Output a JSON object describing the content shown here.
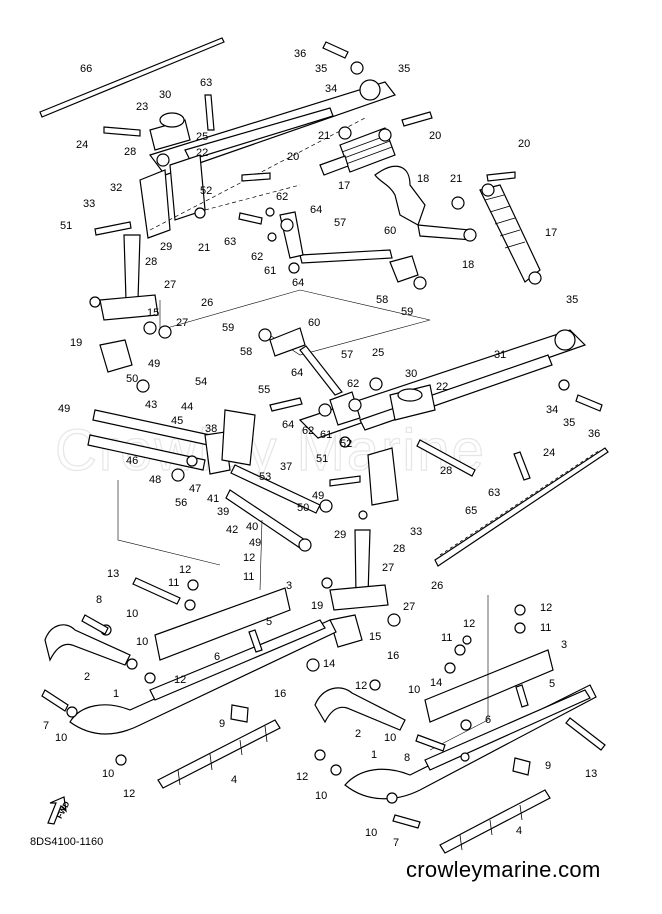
{
  "diagram": {
    "catalog_code": "8DS4100-1160",
    "website": "crowleymarine.com",
    "watermark": "Crowley Marine",
    "fwd_label": "FWD",
    "callouts": [
      {
        "id": "c66a",
        "text": "66"
      },
      {
        "id": "c36a",
        "text": "36"
      },
      {
        "id": "c35a",
        "text": "35"
      },
      {
        "id": "c35b",
        "text": "35"
      },
      {
        "id": "c34a",
        "text": "34"
      },
      {
        "id": "c63a",
        "text": "63"
      },
      {
        "id": "c30a",
        "text": "30"
      },
      {
        "id": "c23a",
        "text": "23"
      },
      {
        "id": "c25a",
        "text": "25"
      },
      {
        "id": "c24a",
        "text": "24"
      },
      {
        "id": "c22a",
        "text": "22"
      },
      {
        "id": "c21a",
        "text": "21"
      },
      {
        "id": "c20a",
        "text": "20"
      },
      {
        "id": "c28a",
        "text": "28"
      },
      {
        "id": "c20b",
        "text": "20"
      },
      {
        "id": "c20c",
        "text": "20"
      },
      {
        "id": "c17a",
        "text": "17"
      },
      {
        "id": "c18a",
        "text": "18"
      },
      {
        "id": "c21b",
        "text": "21"
      },
      {
        "id": "c32a",
        "text": "32"
      },
      {
        "id": "c52a",
        "text": "52"
      },
      {
        "id": "c62a",
        "text": "62"
      },
      {
        "id": "c33a",
        "text": "33"
      },
      {
        "id": "c64a",
        "text": "64"
      },
      {
        "id": "c51a",
        "text": "51"
      },
      {
        "id": "c63b",
        "text": "63"
      },
      {
        "id": "c57a",
        "text": "57"
      },
      {
        "id": "c60a",
        "text": "60"
      },
      {
        "id": "c17b",
        "text": "17"
      },
      {
        "id": "c29a",
        "text": "29"
      },
      {
        "id": "c21c",
        "text": "21"
      },
      {
        "id": "c62b",
        "text": "62"
      },
      {
        "id": "c61a",
        "text": "61"
      },
      {
        "id": "c18b",
        "text": "18"
      },
      {
        "id": "c28b",
        "text": "28"
      },
      {
        "id": "c64b",
        "text": "64"
      },
      {
        "id": "c27a",
        "text": "27"
      },
      {
        "id": "c26a",
        "text": "26"
      },
      {
        "id": "c58a",
        "text": "58"
      },
      {
        "id": "c59a",
        "text": "59"
      },
      {
        "id": "c35c",
        "text": "35"
      },
      {
        "id": "c15a",
        "text": "15"
      },
      {
        "id": "c27b",
        "text": "27"
      },
      {
        "id": "c59b",
        "text": "59"
      },
      {
        "id": "c60b",
        "text": "60"
      },
      {
        "id": "c19a",
        "text": "19"
      },
      {
        "id": "c58b",
        "text": "58"
      },
      {
        "id": "c57b",
        "text": "57"
      },
      {
        "id": "c31a",
        "text": "31"
      },
      {
        "id": "c49a",
        "text": "49"
      },
      {
        "id": "c25b",
        "text": "25"
      },
      {
        "id": "c50a",
        "text": "50"
      },
      {
        "id": "c64c",
        "text": "64"
      },
      {
        "id": "c30b",
        "text": "30"
      },
      {
        "id": "c54a",
        "text": "54"
      },
      {
        "id": "c55a",
        "text": "55"
      },
      {
        "id": "c62c",
        "text": "62"
      },
      {
        "id": "c22b",
        "text": "22"
      },
      {
        "id": "c49b",
        "text": "49"
      },
      {
        "id": "c43a",
        "text": "43"
      },
      {
        "id": "c44a",
        "text": "44"
      },
      {
        "id": "c34b",
        "text": "34"
      },
      {
        "id": "c35d",
        "text": "35"
      },
      {
        "id": "c45a",
        "text": "45"
      },
      {
        "id": "c38a",
        "text": "38"
      },
      {
        "id": "c64d",
        "text": "64"
      },
      {
        "id": "c62d",
        "text": "62"
      },
      {
        "id": "c61b",
        "text": "61"
      },
      {
        "id": "c36b",
        "text": "36"
      },
      {
        "id": "c52b",
        "text": "52"
      },
      {
        "id": "c46a",
        "text": "46"
      },
      {
        "id": "c37a",
        "text": "37"
      },
      {
        "id": "c51b",
        "text": "51"
      },
      {
        "id": "c28c",
        "text": "28"
      },
      {
        "id": "c24b",
        "text": "24"
      },
      {
        "id": "c48a",
        "text": "48"
      },
      {
        "id": "c47a",
        "text": "47"
      },
      {
        "id": "c53a",
        "text": "53"
      },
      {
        "id": "c63c",
        "text": "63"
      },
      {
        "id": "c56a",
        "text": "56"
      },
      {
        "id": "c41a",
        "text": "41"
      },
      {
        "id": "c49c",
        "text": "49"
      },
      {
        "id": "c39a",
        "text": "39"
      },
      {
        "id": "c50b",
        "text": "50"
      },
      {
        "id": "c65a",
        "text": "65"
      },
      {
        "id": "c42a",
        "text": "42"
      },
      {
        "id": "c40a",
        "text": "40"
      },
      {
        "id": "c29b",
        "text": "29"
      },
      {
        "id": "c33b",
        "text": "33"
      },
      {
        "id": "c49d",
        "text": "49"
      },
      {
        "id": "c28d",
        "text": "28"
      },
      {
        "id": "c12a",
        "text": "12"
      },
      {
        "id": "c11a",
        "text": "11"
      },
      {
        "id": "c27c",
        "text": "27"
      },
      {
        "id": "c13a",
        "text": "13"
      },
      {
        "id": "c12b",
        "text": "12"
      },
      {
        "id": "c11b",
        "text": "11"
      },
      {
        "id": "c26b",
        "text": "26"
      },
      {
        "id": "c3a",
        "text": "3"
      },
      {
        "id": "c8a",
        "text": "8"
      },
      {
        "id": "c19b",
        "text": "19"
      },
      {
        "id": "c27d",
        "text": "27"
      },
      {
        "id": "c12c",
        "text": "12"
      },
      {
        "id": "c10a",
        "text": "10"
      },
      {
        "id": "c15b",
        "text": "15"
      },
      {
        "id": "c11c",
        "text": "11"
      },
      {
        "id": "c5a",
        "text": "5"
      },
      {
        "id": "c12d",
        "text": "12"
      },
      {
        "id": "c11d",
        "text": "11"
      },
      {
        "id": "c3b",
        "text": "3"
      },
      {
        "id": "c10b",
        "text": "10"
      },
      {
        "id": "c16a",
        "text": "16"
      },
      {
        "id": "c6a",
        "text": "6"
      },
      {
        "id": "c14a",
        "text": "14"
      },
      {
        "id": "c12e",
        "text": "12"
      },
      {
        "id": "c2a",
        "text": "2"
      },
      {
        "id": "c12f",
        "text": "12"
      },
      {
        "id": "c14b",
        "text": "14"
      },
      {
        "id": "c10c",
        "text": "10"
      },
      {
        "id": "c16b",
        "text": "16"
      },
      {
        "id": "c5b",
        "text": "5"
      },
      {
        "id": "c1a",
        "text": "1"
      },
      {
        "id": "c7a",
        "text": "7"
      },
      {
        "id": "c10d",
        "text": "10"
      },
      {
        "id": "c9a",
        "text": "9"
      },
      {
        "id": "c6b",
        "text": "6"
      },
      {
        "id": "c2b",
        "text": "2"
      },
      {
        "id": "c10e",
        "text": "10"
      },
      {
        "id": "c8b",
        "text": "8"
      },
      {
        "id": "c13b",
        "text": "13"
      },
      {
        "id": "c1b",
        "text": "1"
      },
      {
        "id": "c10f",
        "text": "10"
      },
      {
        "id": "c12g",
        "text": "12"
      },
      {
        "id": "c9b",
        "text": "9"
      },
      {
        "id": "c4a",
        "text": "4"
      },
      {
        "id": "c12h",
        "text": "12"
      },
      {
        "id": "c10g",
        "text": "10"
      },
      {
        "id": "c10h",
        "text": "10"
      },
      {
        "id": "c7b",
        "text": "7"
      },
      {
        "id": "c4b",
        "text": "4"
      }
    ]
  }
}
